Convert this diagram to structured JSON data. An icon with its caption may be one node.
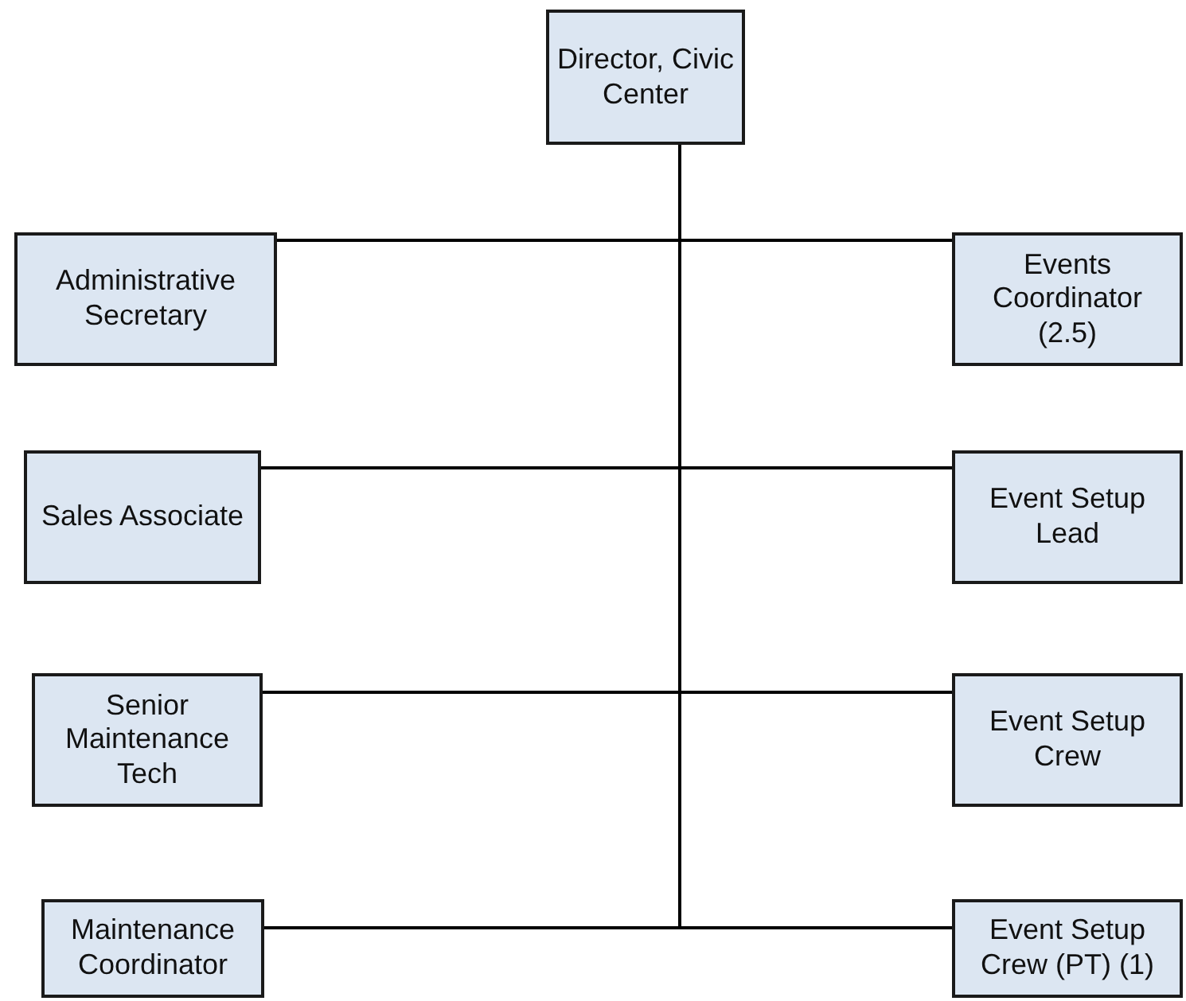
{
  "diagram": {
    "nodes": [
      {
        "text": [
          "Director, Civic Center"
        ]
      },
      {
        "text": [
          "Administrative Secretary"
        ]
      },
      {
        "text": [
          "Events Coordinator (2.5)"
        ]
      },
      {
        "text": [
          "Sales Associate"
        ]
      },
      {
        "text": [
          "Event Setup Lead"
        ]
      },
      {
        "text": [
          "Senior Maintenance Tech"
        ]
      },
      {
        "text": [
          "Event Setup Crew"
        ]
      },
      {
        "text": [
          "Maintenance Coordinator"
        ]
      },
      {
        "text": [
          "Event Setup Crew (PT) (1)"
        ]
      }
    ],
    "edges": [
      {
        "from": 0,
        "to": 1,
        "arrow": "none"
      },
      {
        "from": 0,
        "to": 2,
        "arrow": "none"
      },
      {
        "from": 0,
        "to": 3,
        "arrow": "none"
      },
      {
        "from": 0,
        "to": 4,
        "arrow": "none"
      },
      {
        "from": 0,
        "to": 5,
        "arrow": "none"
      },
      {
        "from": 0,
        "to": 6,
        "arrow": "none"
      },
      {
        "from": 0,
        "to": 7,
        "arrow": "none"
      },
      {
        "from": 0,
        "to": 8,
        "arrow": "none"
      }
    ]
  }
}
